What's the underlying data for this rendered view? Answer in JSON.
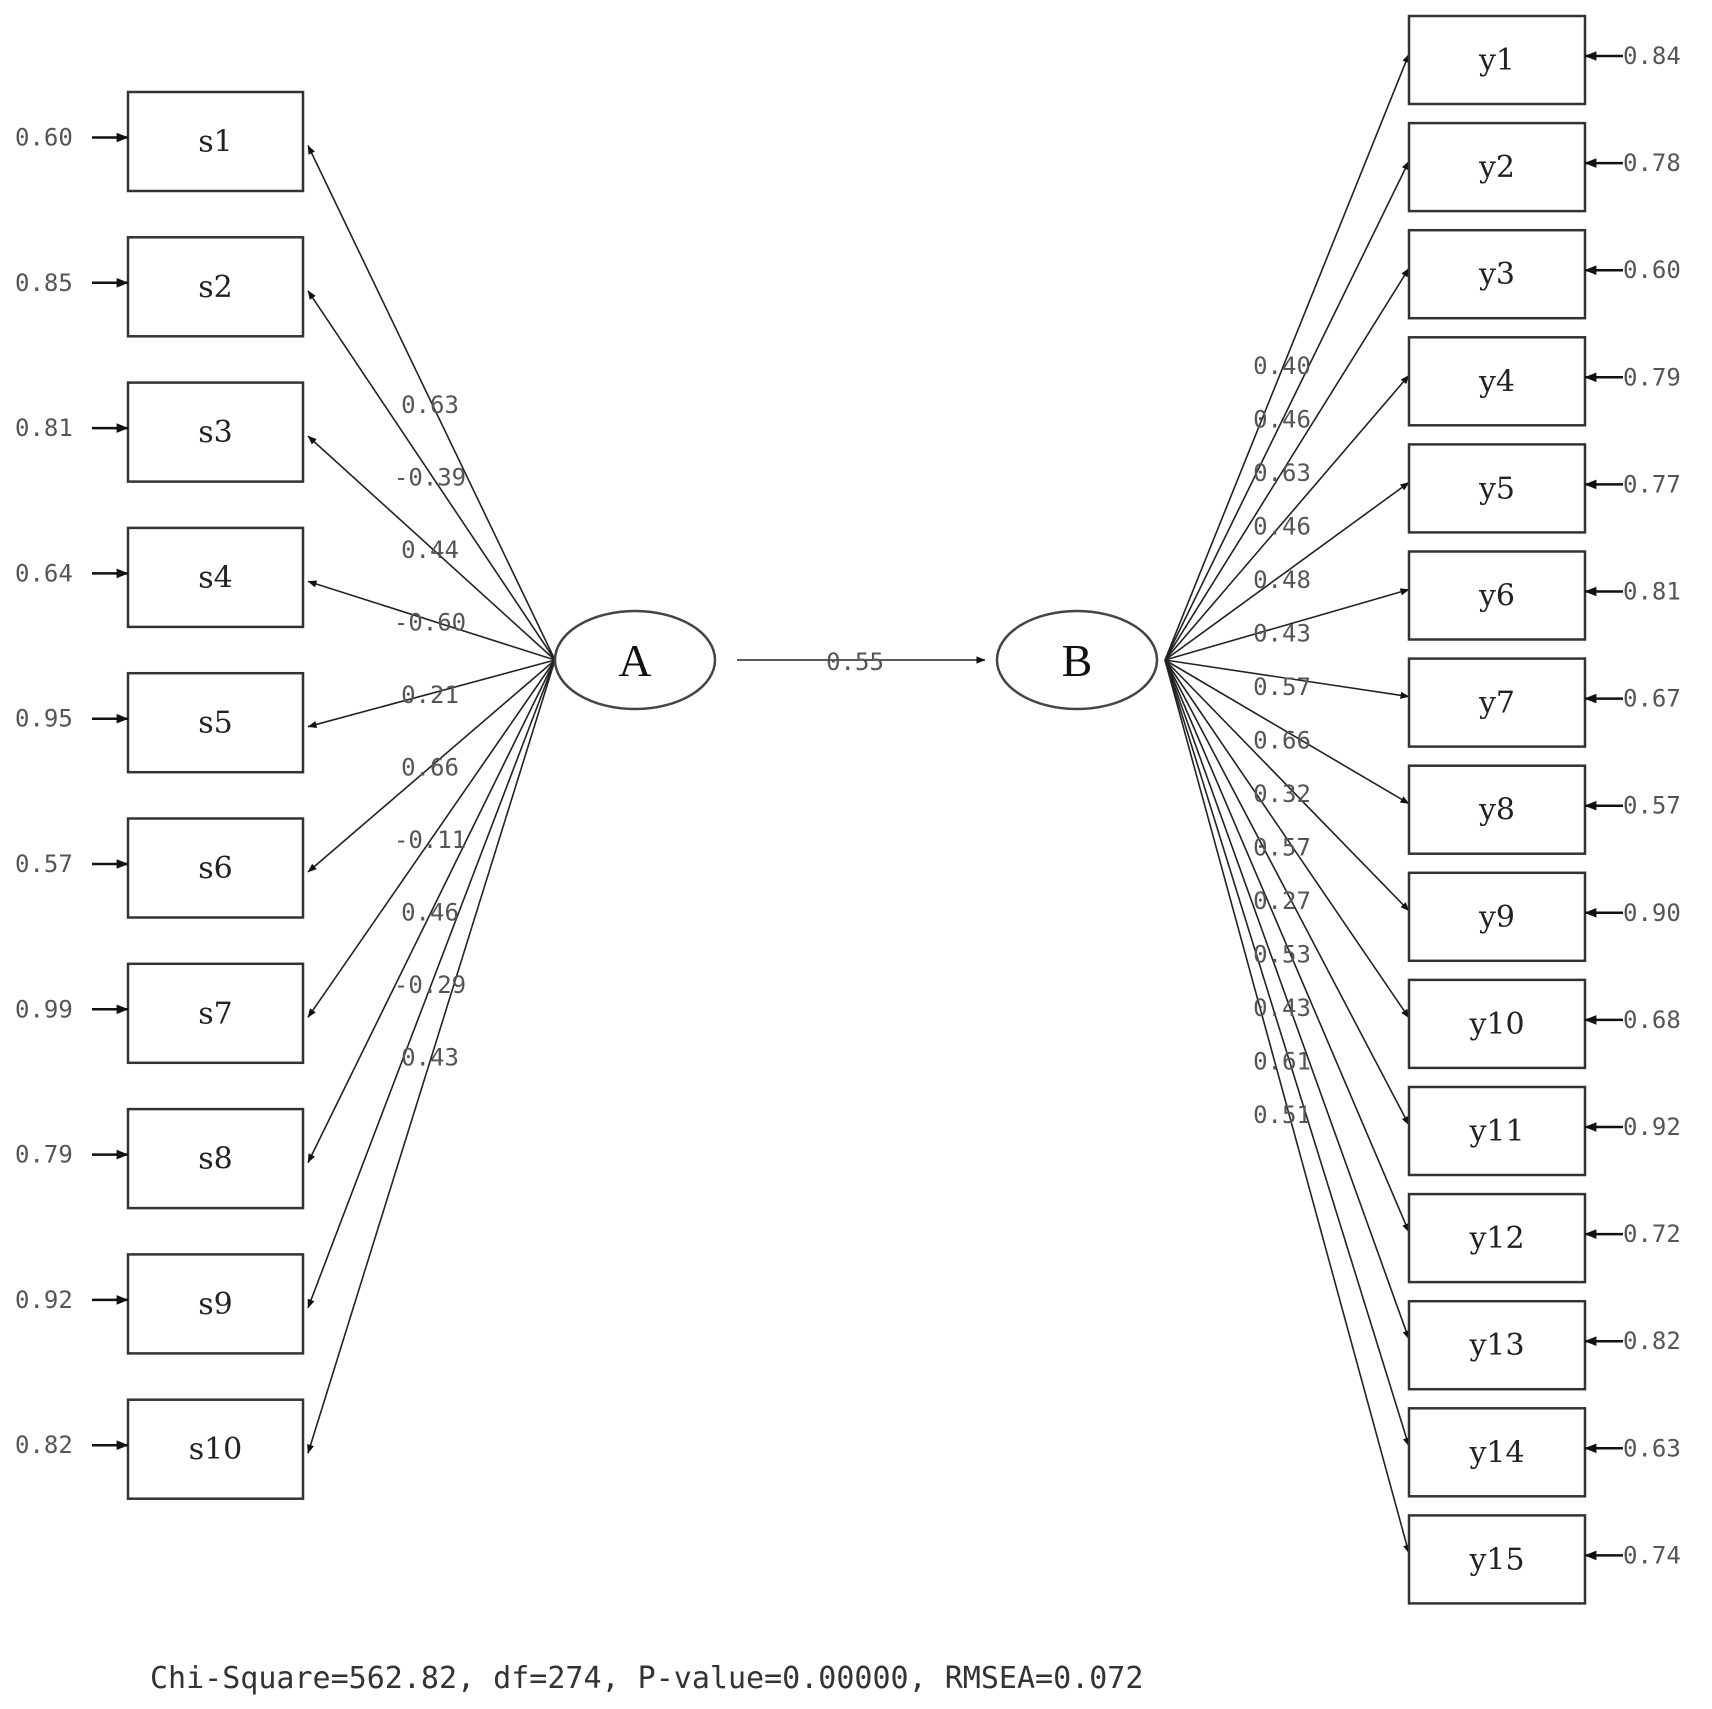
{
  "latent": {
    "a": {
      "label": "A"
    },
    "b": {
      "label": "B"
    }
  },
  "structural_path": {
    "coefficient": "0.55"
  },
  "s_indicators": [
    {
      "label": "s1",
      "loading": "0.63",
      "error": "0.60"
    },
    {
      "label": "s2",
      "loading": "-0.39",
      "error": "0.85"
    },
    {
      "label": "s3",
      "loading": "0.44",
      "error": "0.81"
    },
    {
      "label": "s4",
      "loading": "-0.60",
      "error": "0.64"
    },
    {
      "label": "s5",
      "loading": "0.21",
      "error": "0.95"
    },
    {
      "label": "s6",
      "loading": "0.66",
      "error": "0.57"
    },
    {
      "label": "s7",
      "loading": "-0.11",
      "error": "0.99"
    },
    {
      "label": "s8",
      "loading": "0.46",
      "error": "0.79"
    },
    {
      "label": "s9",
      "loading": "-0.29",
      "error": "0.92"
    },
    {
      "label": "s10",
      "loading": "0.43",
      "error": "0.82"
    }
  ],
  "y_indicators": [
    {
      "label": "y1",
      "loading": "0.40",
      "error": "0.84"
    },
    {
      "label": "y2",
      "loading": "0.46",
      "error": "0.78"
    },
    {
      "label": "y3",
      "loading": "0.63",
      "error": "0.60"
    },
    {
      "label": "y4",
      "loading": "0.46",
      "error": "0.79"
    },
    {
      "label": "y5",
      "loading": "0.48",
      "error": "0.77"
    },
    {
      "label": "y6",
      "loading": "0.43",
      "error": "0.81"
    },
    {
      "label": "y7",
      "loading": "0.57",
      "error": "0.67"
    },
    {
      "label": "y8",
      "loading": "0.66",
      "error": "0.57"
    },
    {
      "label": "y9",
      "loading": "0.32",
      "error": "0.90"
    },
    {
      "label": "y10",
      "loading": "0.57",
      "error": "0.68"
    },
    {
      "label": "y11",
      "loading": "0.27",
      "error": "0.92"
    },
    {
      "label": "y12",
      "loading": "0.53",
      "error": "0.72"
    },
    {
      "label": "y13",
      "loading": "0.43",
      "error": "0.82"
    },
    {
      "label": "y14",
      "loading": "0.61",
      "error": "0.63"
    },
    {
      "label": "y15",
      "loading": "0.51",
      "error": "0.74"
    }
  ],
  "fit_statistics": "Chi-Square=562.82, df=274, P-value=0.00000, RMSEA=0.072"
}
